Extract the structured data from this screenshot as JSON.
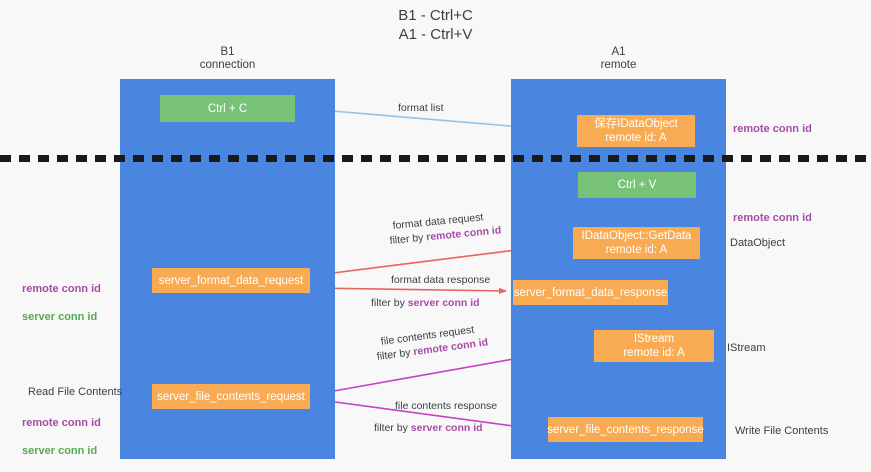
{
  "title": "B1 - Ctrl+C\nA1 - Ctrl+V",
  "lanes": [
    {
      "id": "b1",
      "header": "B1\nconnection"
    },
    {
      "id": "a1",
      "header": "A1\nremote"
    }
  ],
  "nodes": {
    "ctrl_c": "Ctrl + C",
    "save_idataobject": "保存IDataObject\nremote id: A",
    "ctrl_v": "Ctrl + V",
    "getdata": "IDataObject::GetData\nremote id: A",
    "server_format_data_request": "server_format_data_request",
    "server_format_data_response": "server_format_data_response",
    "istream": "IStream\nremote id: A",
    "server_file_contents_request": "server_file_contents_request",
    "server_file_contents_response": "server_file_contents_response"
  },
  "edge_labels": {
    "format_list": "format list",
    "format_data_request": "format data request",
    "format_data_request_filter_prefix": "filter by ",
    "format_data_request_filter_value": "remote conn id",
    "format_data_response": "format data response",
    "format_data_response_filter_prefix": "filter by ",
    "format_data_response_filter_value": "server conn id",
    "file_contents_request": "file contents request",
    "file_contents_request_filter_prefix": "filter by ",
    "file_contents_request_filter_value": "remote conn id",
    "file_contents_response": "file contents response",
    "file_contents_response_filter_prefix": "filter by ",
    "file_contents_response_filter_value": "server conn id"
  },
  "annotations": {
    "remote_conn_id_top": "remote conn id",
    "remote_conn_id_mid": "remote conn id",
    "dataobject": "DataObject",
    "istream": "IStream",
    "write_file_contents": "Write File Contents",
    "read_file_contents": "Read File Contents",
    "left_remote_conn_id": "remote conn id",
    "left_server_conn_id": "server conn id",
    "left_remote_conn_id_2": "remote conn id",
    "left_server_conn_id_2": "server conn id"
  },
  "colors": {
    "lane_blue": "#4a86e0",
    "node_green": "#78c278",
    "node_orange": "#f9ab53",
    "accent_purple": "#a64ca6",
    "accent_green": "#58a84f",
    "arrow_lightblue": "#8fc3e8",
    "arrow_red": "#e8625f",
    "arrow_magenta": "#c93fc9",
    "arrow_black": "#1a1a1a",
    "background": "#f8f8f8"
  }
}
